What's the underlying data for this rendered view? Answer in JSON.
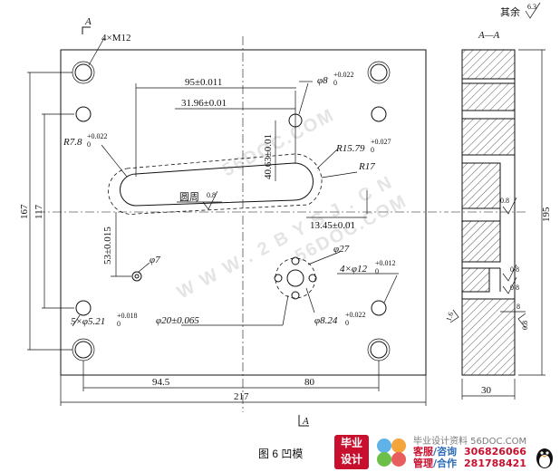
{
  "roughness": {
    "prefix": "其余",
    "value": "6.3"
  },
  "section_marks": {
    "top": "A",
    "bottom": "A",
    "view_title": "A—A"
  },
  "labels": {
    "m12": "4×M12",
    "dim_95": "95±0.011",
    "dim_3196": "31.96±0.01",
    "phi8": "φ8",
    "phi8_tol_up": "+0.022",
    "phi8_tol_dn": "0",
    "r78": "R7.8",
    "r78_tol_up": "+0.022",
    "r78_tol_dn": "0",
    "dim_4063": "40.63±0.01",
    "r1579": "R15.79",
    "r1579_tol_up": "+0.027",
    "r1579_tol_dn": "0",
    "r17": "R17",
    "circ_label": "圆周",
    "circ_rough": "0.8",
    "dim_1345": "13.45±0.01",
    "dim_167": "167",
    "dim_117": "117",
    "dim_53": "53±0.015",
    "phi7": "φ7",
    "phi27": "φ27",
    "phi12": "4×φ12",
    "phi12_tol_up": "+0.012",
    "phi12_tol_dn": "0",
    "phi521": "5×φ5.21",
    "phi521_tol_up": "+0.018",
    "phi521_tol_dn": "0",
    "phi20": "φ20±0.065",
    "phi824": "φ8.24",
    "phi824_tol_up": "+0.022",
    "phi824_tol_dn": "0",
    "dim_945": "94.5",
    "dim_80": "80",
    "dim_217": "217",
    "dim_195": "195",
    "dim_30": "30",
    "side_r1": "0.8",
    "side_r2": "0.8",
    "side_r3": "0.8",
    "side_r4": "8",
    "side_r5": "0.8",
    "side_16": "1.6"
  },
  "watermarks": [
    "56DOC.COM",
    "W W W . 2 B Y S J . C N"
  ],
  "footer": {
    "caption": "图 6 凹模",
    "logo_line1": "毕业",
    "logo_line2": "设计",
    "site": "毕业设计资料 56DOC.COM",
    "line1_a": "客服",
    "line1_b": "/咨询",
    "line1_num": "306826066",
    "line2_a": "管理",
    "line2_b": "/合作",
    "line2_num": "281788421"
  }
}
